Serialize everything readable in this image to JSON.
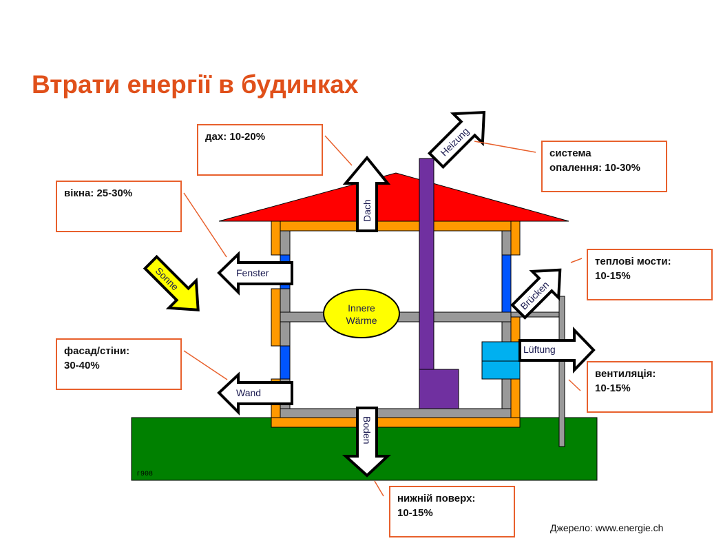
{
  "title": "Втрати енергії в будинках",
  "callouts": {
    "roof": {
      "line1": "дах: 10-20%",
      "line2": ""
    },
    "heating": {
      "line1": "система",
      "line2": "опалення: 10-30%"
    },
    "windows": {
      "line1": "вікна: 25-30%",
      "line2": ""
    },
    "bridges": {
      "line1": "теплові мости:",
      "line2": "10-15%"
    },
    "walls": {
      "line1": "фасад/стіни:",
      "line2": "30-40%"
    },
    "ventilation": {
      "line1": "вентиляція:",
      "line2": "10-15%"
    },
    "floor": {
      "line1": "нижній поверх:",
      "line2": "10-15%"
    }
  },
  "arrows": {
    "dach": "Dach",
    "heizung": "Heizung",
    "fenster": "Fenster",
    "sonne": "Sonne",
    "bruecken": "Brücken",
    "lueftung": "Lüftung",
    "wand": "Wand",
    "boden": "Boden"
  },
  "inner_heat": {
    "line1": "Innere",
    "line2": "Wärme"
  },
  "ground_mark": "ᴦ908",
  "source": "Джерело: www.energie.ch",
  "colors": {
    "title": "#E0501A",
    "callout_border": "#E8602C",
    "roof": "#FF0000",
    "insulation": "#FF9900",
    "wall": "#999999",
    "window": "#0055FF",
    "chimney": "#7030A0",
    "ground": "#008000",
    "sun": "#FFFF00",
    "vent": "#00B0F0"
  }
}
